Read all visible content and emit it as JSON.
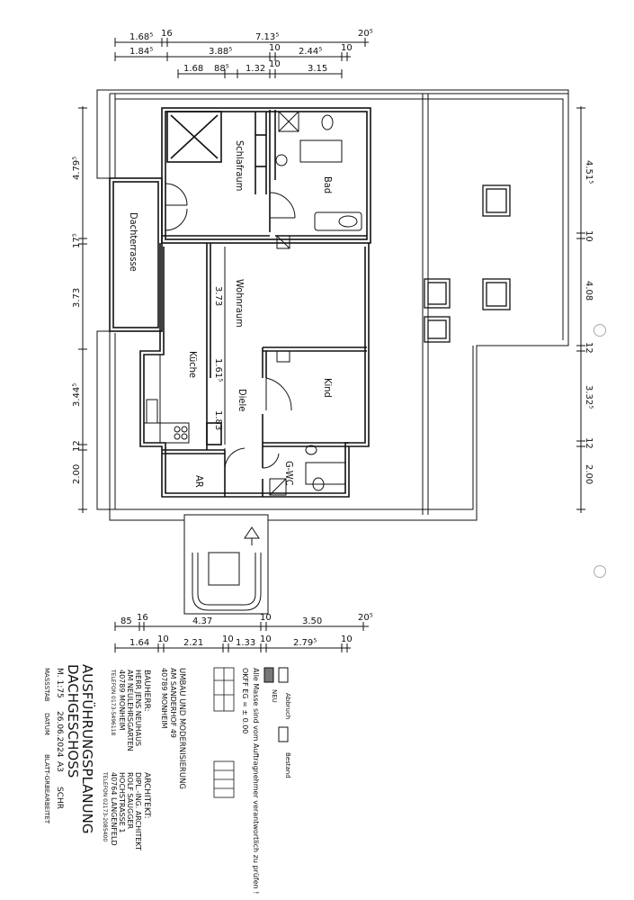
{
  "dimensions": {
    "top_row1": [
      "1.68⁵",
      "16",
      "7.13⁵",
      "20⁵"
    ],
    "top_row2": [
      "1.84⁵",
      "3.88⁵",
      "10",
      "2.44⁵",
      "10"
    ],
    "top_row3": [
      "1.68",
      "88⁵",
      "1.32",
      "10",
      "3.15"
    ],
    "bottom_row1": [
      "85",
      "16",
      "4.37",
      "10",
      "3.50",
      "20⁵"
    ],
    "bottom_row2": [
      "1.64",
      "10",
      "2.21",
      "10",
      "1.33",
      "10",
      "2.79⁵",
      "10"
    ],
    "left": [
      "4.79⁵",
      "17⁵",
      "3.73",
      "3.44⁵",
      "12",
      "2.00"
    ],
    "right": [
      "4.51⁵",
      "10",
      "4.08",
      "12",
      "3.32⁵",
      "12",
      "2.00"
    ],
    "interior": [
      "3.73",
      "1.61⁵",
      "1.83"
    ]
  },
  "rooms": {
    "schlafraum": "Schlafraum",
    "bad": "Bad",
    "dachterrasse": "Dachterrasse",
    "wohnraum": "Wohnraum",
    "kueche": "Küche",
    "diele": "Diele",
    "kind": "Kind",
    "ar": "AR",
    "gwc": "G-WC"
  },
  "title_block": {
    "title1": "AUSFÜHRUNGSPLANUNG",
    "title2": "DACHGESCHOSS",
    "scale_label": "M. 1:75",
    "date": "26.06.2024",
    "format": "A3",
    "drawer": "SCHR",
    "col1": "MASSSTAB",
    "col2": "DATUM",
    "col3": "BLATT-GR.",
    "col4": "BEARBEITET",
    "bauherr_label": "BAUHERR:",
    "bauherr_lines": [
      "HERR JENS NEUHAUS",
      "AM NEULEHRSGARTEN",
      "40789 MONHEIM",
      "TELEFON 0173-5496118"
    ],
    "architekt_label": "ARCHITEKT:",
    "architekt_lines": [
      "DIPL.-ING. ARCHITEKT",
      "ROLF SAUGGER",
      "HOCHSTRASSE 1",
      "40764 LANGENFELD",
      "TELEFON 02173-2085400"
    ],
    "project_lines": [
      "UMBAU UND MODERNISIERUNG",
      "AM SANDERHOF 49",
      "40789 MONHEIM"
    ],
    "legend_abbruch": "Abbruch",
    "legend_neu": "NEU",
    "legend_bestand": "Bestand",
    "note1": "Alle Masse sind vom Auftragnehmer verantwortlich zu prüfen !",
    "note2": "OKFF EG = ± 0.00"
  }
}
